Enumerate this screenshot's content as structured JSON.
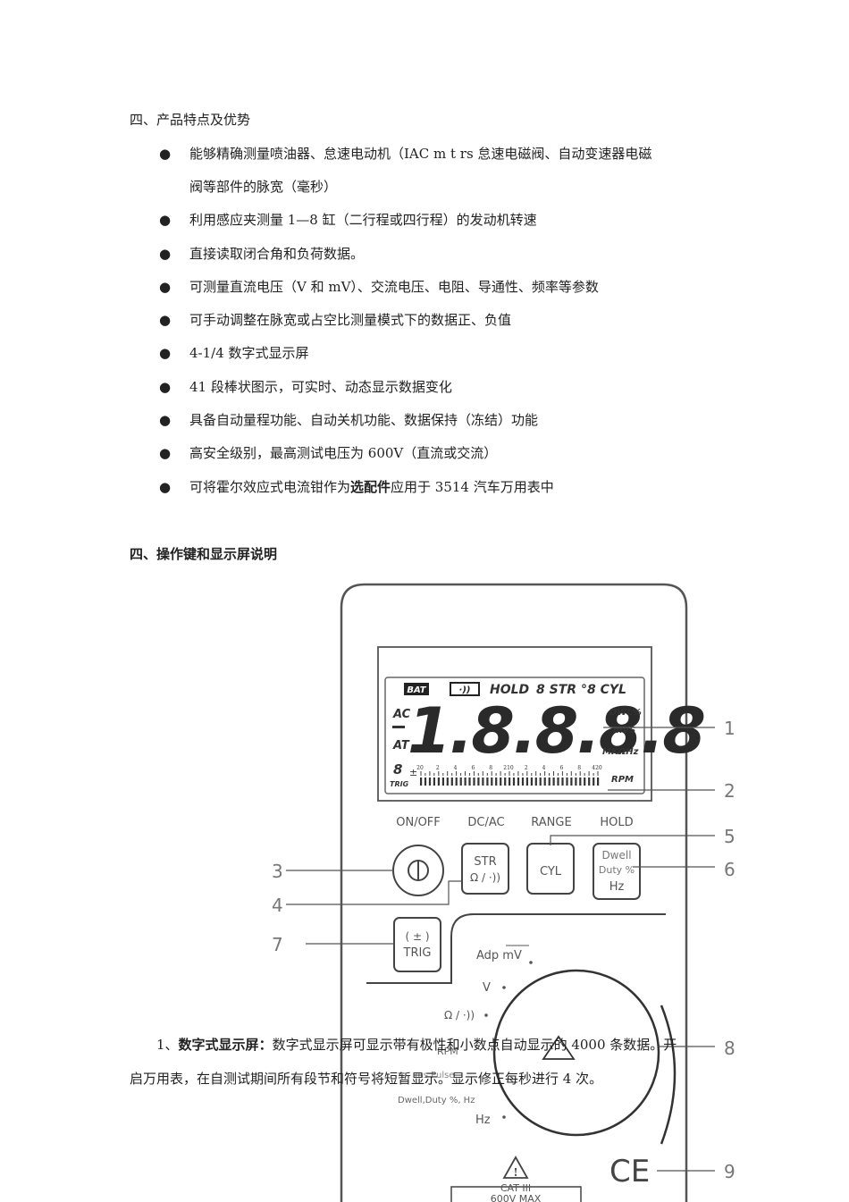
{
  "section1": {
    "heading": "四、产品特点及优势",
    "bullet_glyph": "●",
    "items": [
      {
        "line1": "能够精确测量喷油器、怠速电动机（IAC m t rs 怠速电磁阀、自动变速器电磁",
        "line2": "阀等部件的脉宽（毫秒）"
      },
      {
        "line1": "利用感应夹测量 1—8 缸（二行程或四行程）的发动机转速"
      },
      {
        "line1": "直接读取闭合角和负荷数据。"
      },
      {
        "line1": "可测量直流电压（V 和 mV）、交流电压、电阻、导通性、频率等参数"
      },
      {
        "line1": "可手动调整在脉宽或占空比测量模式下的数据正、负值"
      },
      {
        "line1": "4-1/4 数字式显示屏"
      },
      {
        "line1": "41 段棒状图示，可实时、动态显示数据变化"
      },
      {
        "line1": "具备自动量程功能、自动关机功能、数据保持（冻结）功能"
      },
      {
        "line1": "高安全级别，最高测试电压为 600V（直流或交流）"
      },
      {
        "line1_pre": "可将霍尔效应式电流钳作为",
        "line1_bold": "选配件",
        "line1_post": "应用于 3514 汽车万用表中"
      }
    ]
  },
  "section2": {
    "heading": "四、操作键和显示屏说明"
  },
  "meter": {
    "lcd": {
      "bat": "BAT",
      "continuity": "·))",
      "hold": "HOLD",
      "str": "8 STR",
      "cyl": "°8 CYL",
      "ac": "AC",
      "at": "AT",
      "digits": "1.8.8.8.8",
      "dwl": "DWL%",
      "mvs": "mVS",
      "mkohz": "MKΩHz",
      "cyl_digit": "8",
      "plusminus": "±",
      "trig": "TRIG",
      "rpm": "RPM",
      "scale": [
        "20",
        "2",
        "4",
        "6",
        "8",
        "210",
        "2",
        "4",
        "6",
        "8",
        "420"
      ]
    },
    "top_labels": [
      "ON/OFF",
      "DC/AC",
      "RANGE",
      "HOLD"
    ],
    "keys": {
      "str": "STR",
      "ohm": "Ω / ·))",
      "cyl": "CYL",
      "dwell": "Dwell",
      "duty": "Duty %",
      "hz": "Hz",
      "pm": "( ± )",
      "trig": "TRIG"
    },
    "dial_labels": {
      "adp": "Adp mV",
      "v": "V",
      "ohm": "Ω / ·))",
      "rpm": "RPM",
      "ms_pulse": "ms Pulse",
      "dwell": "Dwell,Duty %, Hz",
      "hz": "Hz"
    },
    "cat": "CAT III",
    "max": "600V MAX",
    "ce": "CE",
    "callouts": [
      "1",
      "2",
      "3",
      "4",
      "5",
      "6",
      "7",
      "8",
      "9"
    ]
  },
  "paragraph": {
    "num": "1、",
    "title": "数字式显示屏",
    "colon": "：",
    "text1": "数字式显示屏可显示带有极性和小数点自动显示的 4000 条数据。开",
    "text2": "启万用表，在自测试期间所有段节和符号将短暂显示。显示修正每秒进行 4 次。"
  }
}
